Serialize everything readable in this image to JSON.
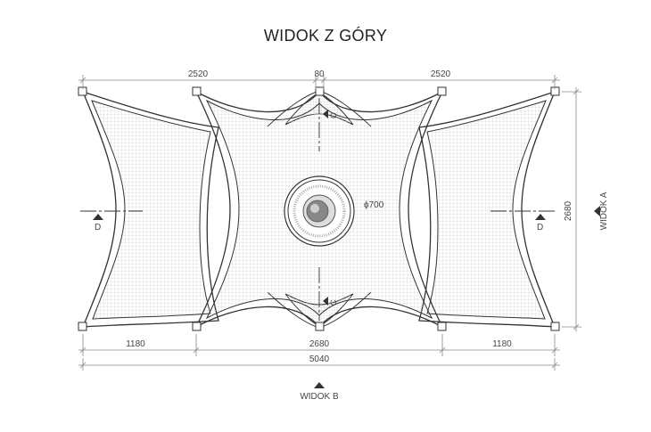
{
  "title": "WIDOK Z GÓRY",
  "dimensions": {
    "top_left": "2520",
    "top_middle": "80",
    "top_right": "2520",
    "bottom_left": "1180",
    "bottom_middle": "2680",
    "bottom_right": "1180",
    "total": "5040",
    "height": "2680",
    "diameter": "ϕ700"
  },
  "markers": {
    "section_left": "D",
    "section_right": "D",
    "section_top": "C",
    "section_bottom": "C"
  },
  "views": {
    "side": "WIDOK A",
    "bottom": "WIDOK B"
  },
  "colors": {
    "line": "#333333",
    "mesh": "#b9b9b9",
    "dim": "#888888"
  }
}
